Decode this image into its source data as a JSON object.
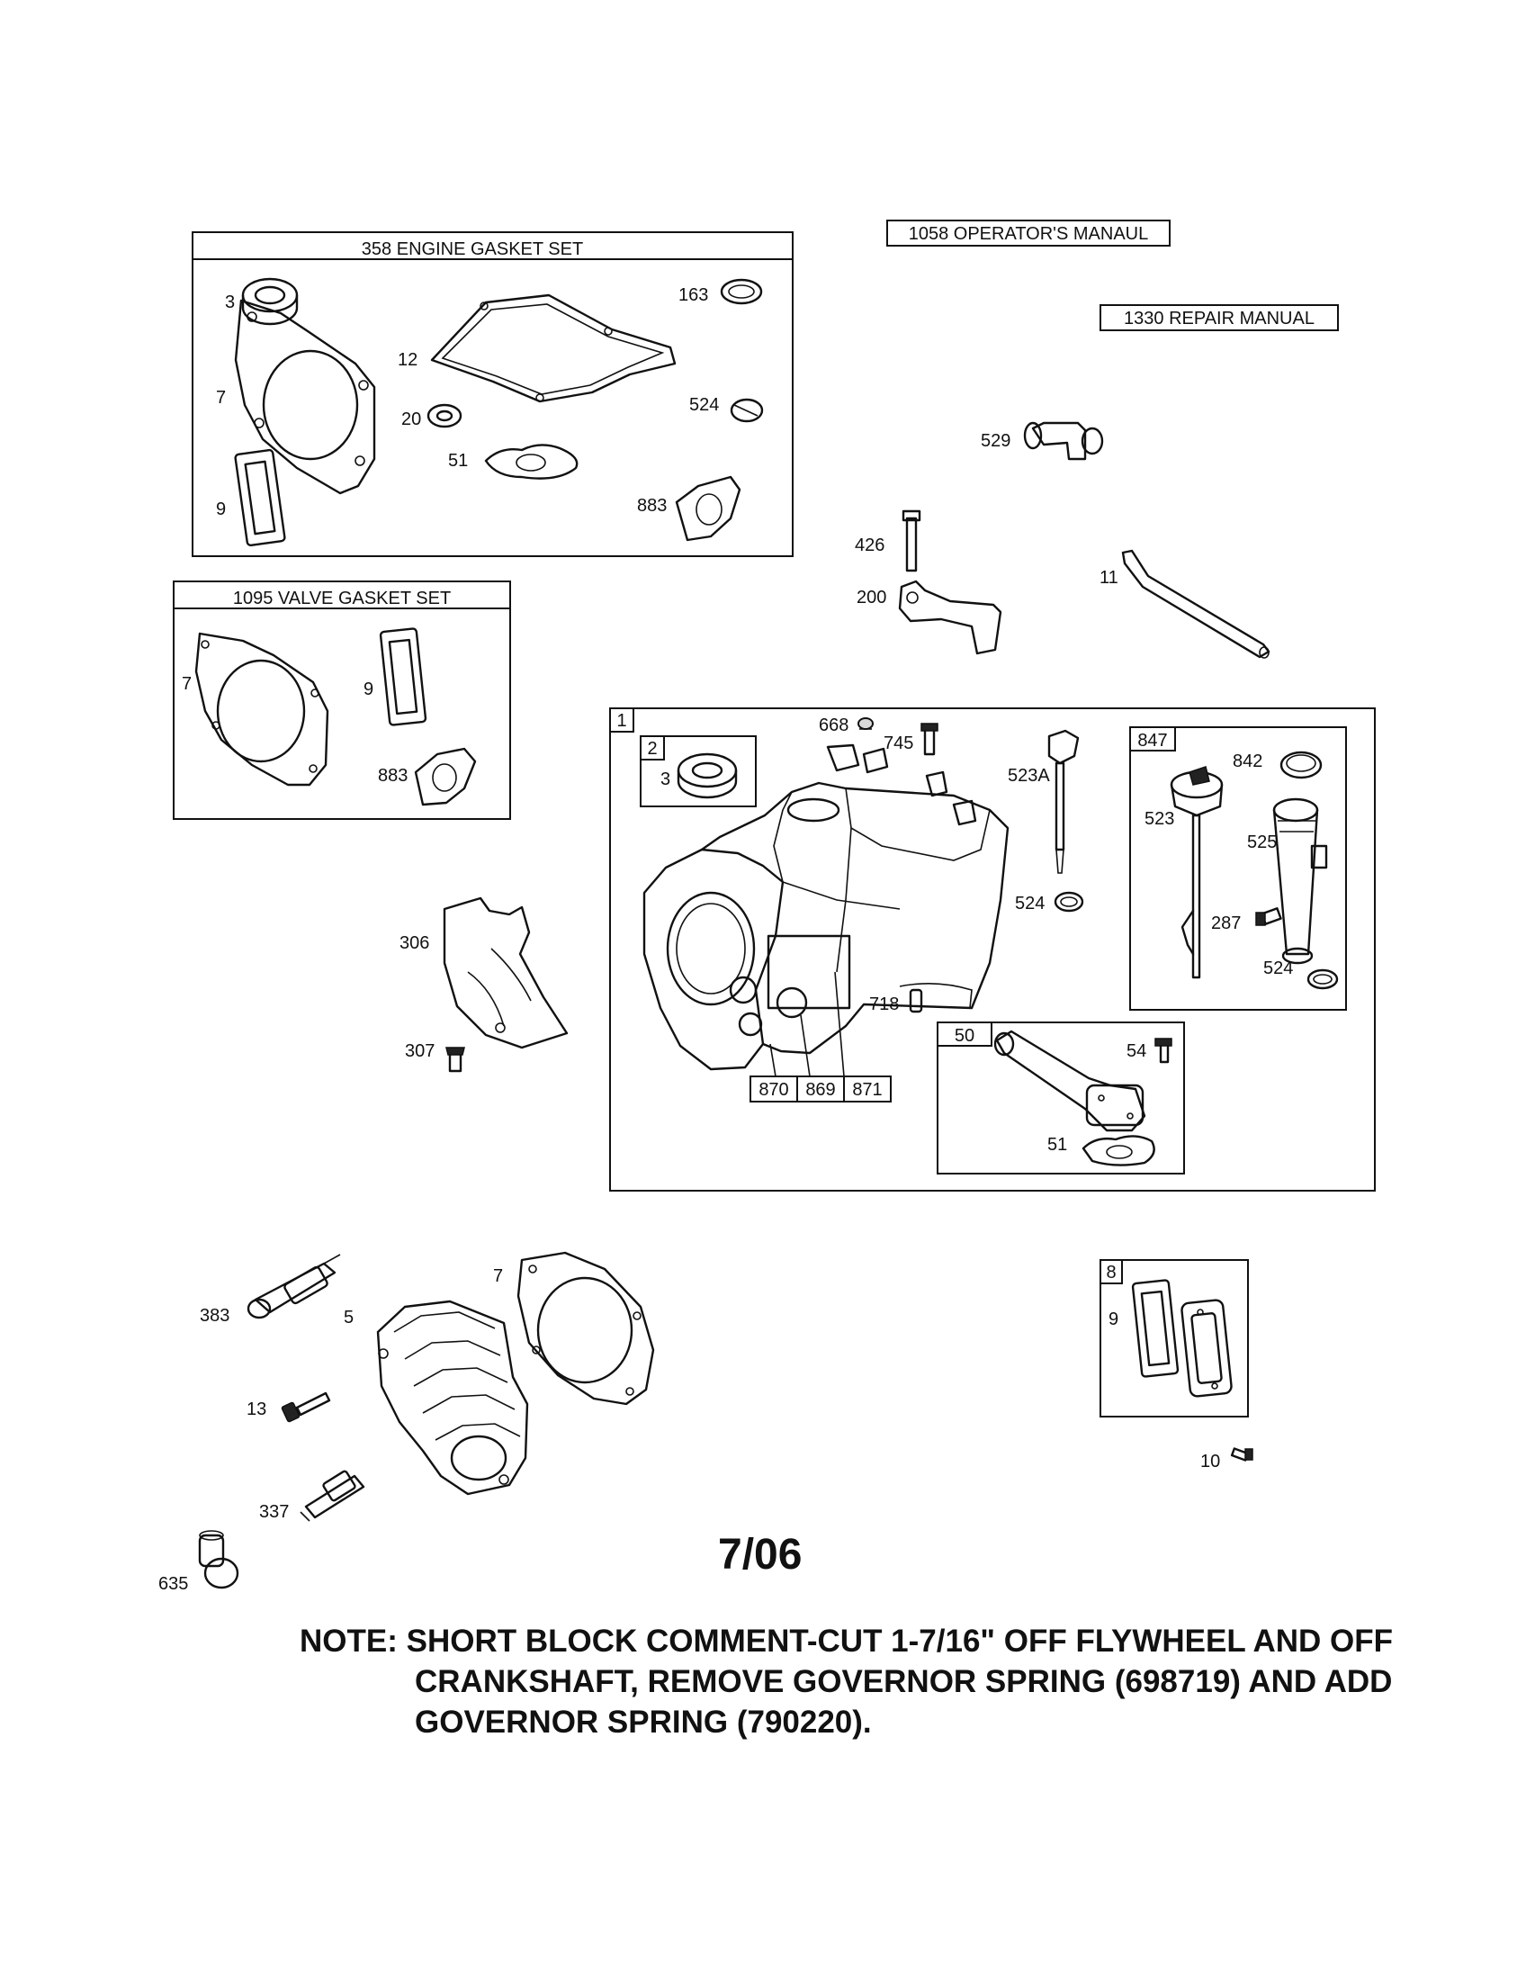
{
  "boxes": {
    "engine_gasket_set": "358 ENGINE GASKET SET",
    "valve_gasket_set": "1095 VALVE GASKET SET",
    "operators_manual": "1058 OPERATOR'S MANAUL",
    "repair_manual": "1330 REPAIR MANUAL"
  },
  "labels": {
    "egs_3": "3",
    "egs_7": "7",
    "egs_9": "9",
    "egs_12": "12",
    "egs_20": "20",
    "egs_51": "51",
    "egs_163": "163",
    "egs_524": "524",
    "egs_883": "883",
    "vgs_7": "7",
    "vgs_9": "9",
    "vgs_883": "883",
    "p529": "529",
    "p426": "426",
    "p200": "200",
    "p11": "11",
    "p306": "306",
    "p307": "307",
    "blk_1": "1",
    "blk_2": "2",
    "blk_3": "3",
    "p668": "668",
    "p745": "745",
    "p523a": "523A",
    "p524a": "524",
    "p718": "718",
    "p870": "870",
    "p869": "869",
    "p871": "871",
    "box847": "847",
    "p842": "842",
    "p523": "523",
    "p525": "525",
    "p287": "287",
    "p524b": "524",
    "box50": "50",
    "p54": "54",
    "p51": "51",
    "p383": "383",
    "p5": "5",
    "p7": "7",
    "p13": "13",
    "p337": "337",
    "p635": "635",
    "box8": "8",
    "p9": "9",
    "p10": "10"
  },
  "date": "7/06",
  "note": {
    "line1": "NOTE: SHORT BLOCK COMMENT-CUT 1-7/16\" OFF FLYWHEEL AND OFF",
    "line2": "CRANKSHAFT, REMOVE GOVERNOR SPRING (698719) AND ADD",
    "line3": "GOVERNOR SPRING (790220)."
  }
}
